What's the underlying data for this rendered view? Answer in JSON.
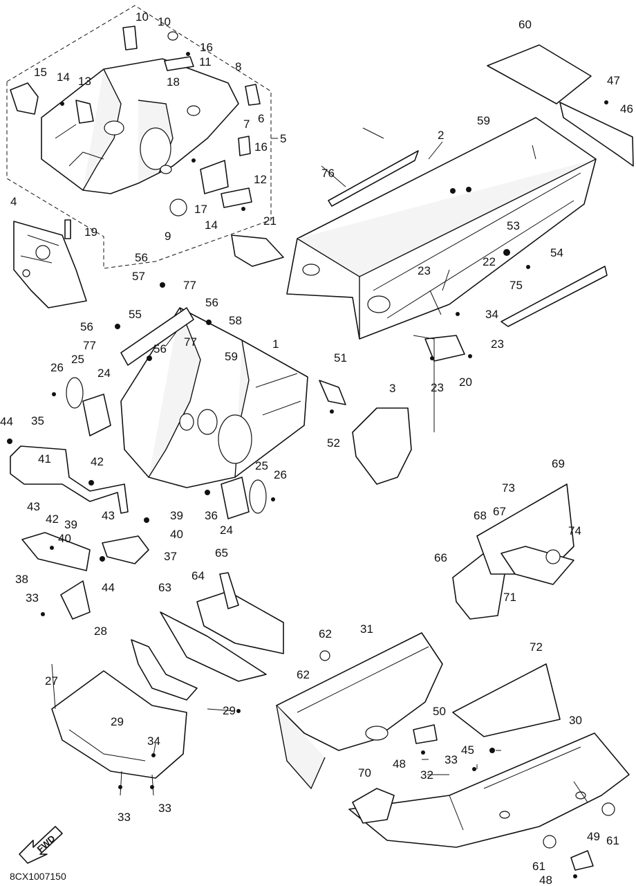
{
  "diagram": {
    "drawing_code": "8CX1007150",
    "direction_arrow": {
      "label": "FWD",
      "icon": "forward-arrow-icon"
    },
    "callouts": [
      {
        "id": "c1",
        "label": "1"
      },
      {
        "id": "c2",
        "label": "2"
      },
      {
        "id": "c3",
        "label": "3"
      },
      {
        "id": "c4",
        "label": "4"
      },
      {
        "id": "c5",
        "label": "5"
      },
      {
        "id": "c6",
        "label": "6"
      },
      {
        "id": "c7",
        "label": "7"
      },
      {
        "id": "c8",
        "label": "8"
      },
      {
        "id": "c9",
        "label": "9"
      },
      {
        "id": "c10a",
        "label": "10"
      },
      {
        "id": "c10b",
        "label": "10"
      },
      {
        "id": "c11",
        "label": "11"
      },
      {
        "id": "c12",
        "label": "12"
      },
      {
        "id": "c13",
        "label": "13"
      },
      {
        "id": "c14a",
        "label": "14"
      },
      {
        "id": "c14b",
        "label": "14"
      },
      {
        "id": "c15",
        "label": "15"
      },
      {
        "id": "c16a",
        "label": "16"
      },
      {
        "id": "c16b",
        "label": "16"
      },
      {
        "id": "c17",
        "label": "17"
      },
      {
        "id": "c18",
        "label": "18"
      },
      {
        "id": "c19",
        "label": "19"
      },
      {
        "id": "c20",
        "label": "20"
      },
      {
        "id": "c21",
        "label": "21"
      },
      {
        "id": "c22",
        "label": "22"
      },
      {
        "id": "c23a",
        "label": "23"
      },
      {
        "id": "c23b",
        "label": "23"
      },
      {
        "id": "c23c",
        "label": "23"
      },
      {
        "id": "c24a",
        "label": "24"
      },
      {
        "id": "c24b",
        "label": "24"
      },
      {
        "id": "c25a",
        "label": "25"
      },
      {
        "id": "c25b",
        "label": "25"
      },
      {
        "id": "c26a",
        "label": "26"
      },
      {
        "id": "c26b",
        "label": "26"
      },
      {
        "id": "c27",
        "label": "27"
      },
      {
        "id": "c28",
        "label": "28"
      },
      {
        "id": "c29a",
        "label": "29"
      },
      {
        "id": "c29b",
        "label": "29"
      },
      {
        "id": "c30",
        "label": "30"
      },
      {
        "id": "c31",
        "label": "31"
      },
      {
        "id": "c32",
        "label": "32"
      },
      {
        "id": "c33a",
        "label": "33"
      },
      {
        "id": "c33b",
        "label": "33"
      },
      {
        "id": "c33c",
        "label": "33"
      },
      {
        "id": "c33d",
        "label": "33"
      },
      {
        "id": "c34a",
        "label": "34"
      },
      {
        "id": "c34b",
        "label": "34"
      },
      {
        "id": "c35",
        "label": "35"
      },
      {
        "id": "c36",
        "label": "36"
      },
      {
        "id": "c37",
        "label": "37"
      },
      {
        "id": "c38",
        "label": "38"
      },
      {
        "id": "c39a",
        "label": "39"
      },
      {
        "id": "c39b",
        "label": "39"
      },
      {
        "id": "c40a",
        "label": "40"
      },
      {
        "id": "c40b",
        "label": "40"
      },
      {
        "id": "c41",
        "label": "41"
      },
      {
        "id": "c42a",
        "label": "42"
      },
      {
        "id": "c42b",
        "label": "42"
      },
      {
        "id": "c43a",
        "label": "43"
      },
      {
        "id": "c43b",
        "label": "43"
      },
      {
        "id": "c44a",
        "label": "44"
      },
      {
        "id": "c44b",
        "label": "44"
      },
      {
        "id": "c45",
        "label": "45"
      },
      {
        "id": "c46",
        "label": "46"
      },
      {
        "id": "c47",
        "label": "47"
      },
      {
        "id": "c48a",
        "label": "48"
      },
      {
        "id": "c48b",
        "label": "48"
      },
      {
        "id": "c49",
        "label": "49"
      },
      {
        "id": "c50",
        "label": "50"
      },
      {
        "id": "c51",
        "label": "51"
      },
      {
        "id": "c52",
        "label": "52"
      },
      {
        "id": "c53",
        "label": "53"
      },
      {
        "id": "c54",
        "label": "54"
      },
      {
        "id": "c55",
        "label": "55"
      },
      {
        "id": "c56a",
        "label": "56"
      },
      {
        "id": "c56b",
        "label": "56"
      },
      {
        "id": "c56c",
        "label": "56"
      },
      {
        "id": "c56d",
        "label": "56"
      },
      {
        "id": "c57",
        "label": "57"
      },
      {
        "id": "c58",
        "label": "58"
      },
      {
        "id": "c59a",
        "label": "59"
      },
      {
        "id": "c59b",
        "label": "59"
      },
      {
        "id": "c60",
        "label": "60"
      },
      {
        "id": "c61a",
        "label": "61"
      },
      {
        "id": "c61b",
        "label": "61"
      },
      {
        "id": "c62a",
        "label": "62"
      },
      {
        "id": "c62b",
        "label": "62"
      },
      {
        "id": "c63",
        "label": "63"
      },
      {
        "id": "c64",
        "label": "64"
      },
      {
        "id": "c65",
        "label": "65"
      },
      {
        "id": "c66",
        "label": "66"
      },
      {
        "id": "c67",
        "label": "67"
      },
      {
        "id": "c68",
        "label": "68"
      },
      {
        "id": "c69",
        "label": "69"
      },
      {
        "id": "c70",
        "label": "70"
      },
      {
        "id": "c71",
        "label": "71"
      },
      {
        "id": "c72",
        "label": "72"
      },
      {
        "id": "c73",
        "label": "73"
      },
      {
        "id": "c74",
        "label": "74"
      },
      {
        "id": "c75",
        "label": "75"
      },
      {
        "id": "c76",
        "label": "76"
      },
      {
        "id": "c77a",
        "label": "77"
      },
      {
        "id": "c77b",
        "label": "77"
      },
      {
        "id": "c77c",
        "label": "77"
      }
    ]
  }
}
